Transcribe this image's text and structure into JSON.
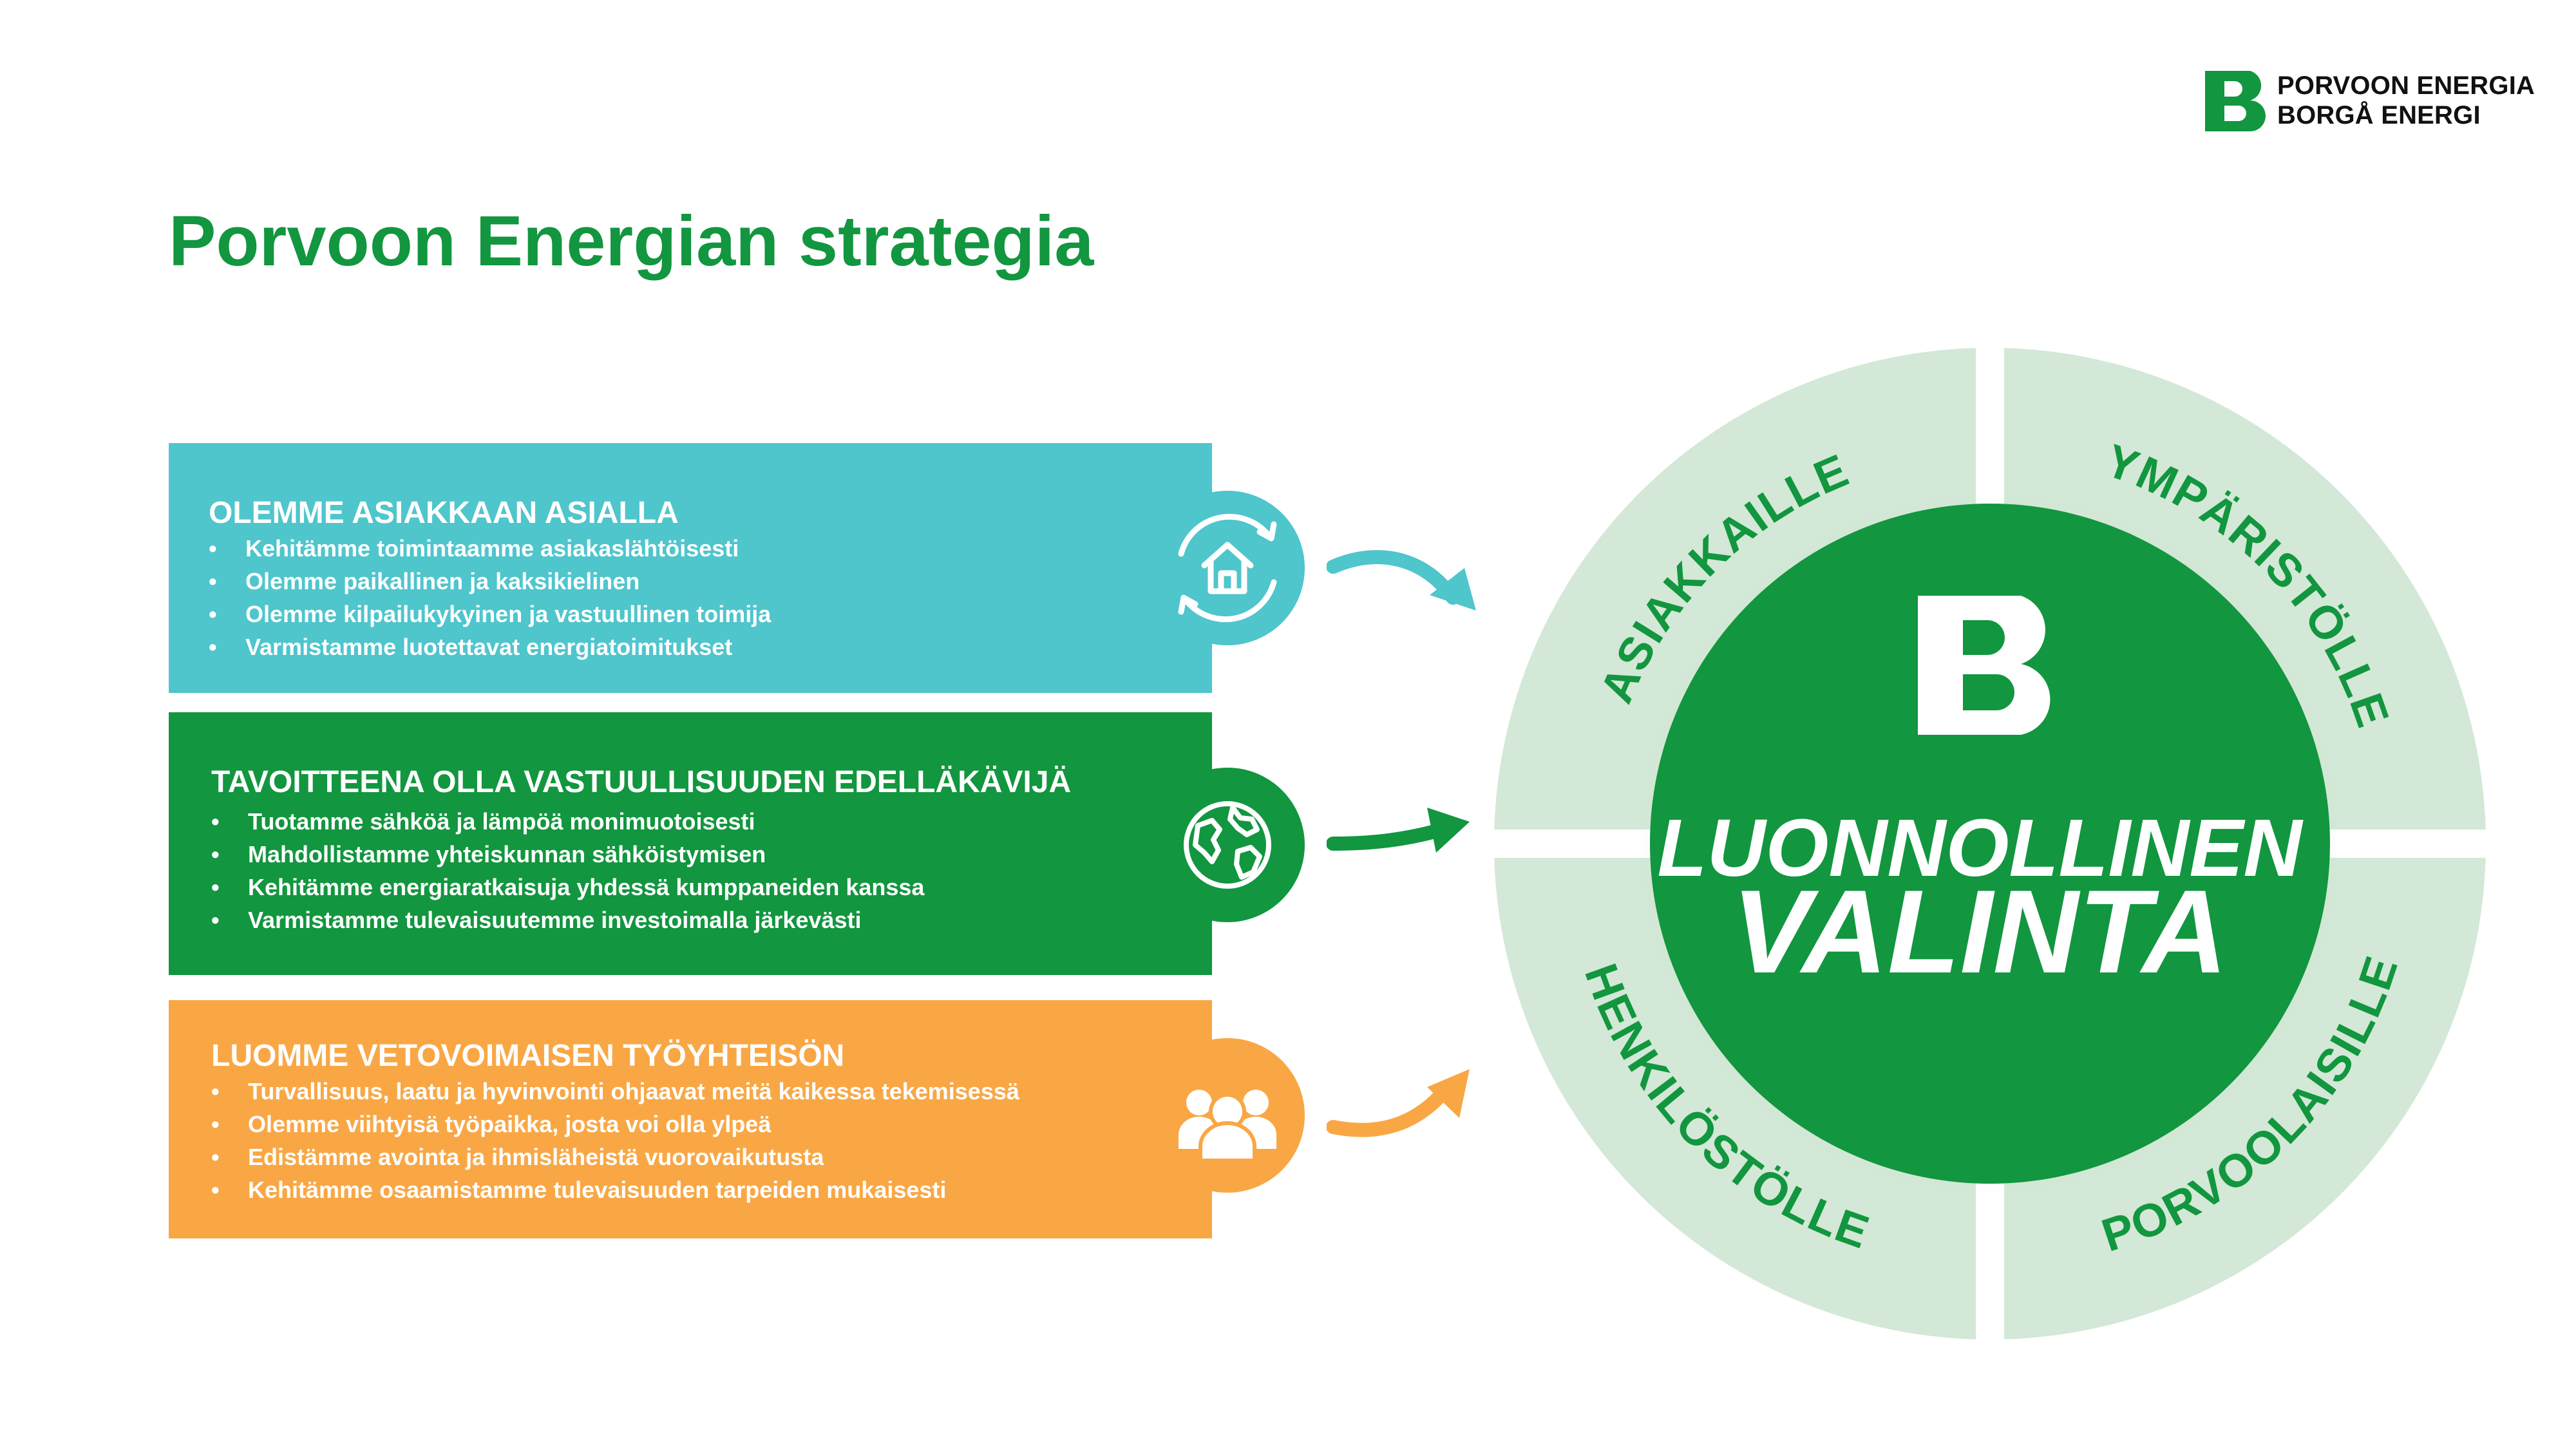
{
  "logo": {
    "line1": "PORVOON ENERGIA",
    "line2": "BORGÅ ENERGI"
  },
  "title": "Porvoon Energian strategia",
  "blocks": [
    {
      "title": "OLEMME ASIAKKAAN ASIALLA",
      "items": [
        "Kehitämme toimintaamme asiakaslähtöisesti",
        "Olemme paikallinen ja kaksikielinen",
        "Olemme kilpailukykyinen ja vastuullinen toimija",
        "Varmistamme luotettavat energiatoimitukset"
      ],
      "icon": "house-cycle-icon"
    },
    {
      "title": "TAVOITTEENA OLLA VASTUULLISUUDEN EDELLÄKÄVIJÄ",
      "items": [
        "Tuotamme sähköä ja lämpöä monimuotoisesti",
        "Mahdollistamme yhteiskunnan sähköistymisen",
        "Kehitämme energiaratkaisuja yhdessä kumppaneiden kanssa",
        "Varmistamme tulevaisuutemme investoimalla järkevästi"
      ],
      "icon": "globe-icon"
    },
    {
      "title": "LUOMME VETOVOIMAISEN TYÖYHTEISÖN",
      "items": [
        "Turvallisuus, laatu ja hyvinvointi ohjaavat meitä kaikessa tekemisessä",
        "Olemme viihtyisä työpaikka, josta voi olla ylpeä",
        "Edistämme avointa ja ihmisläheistä vuorovaikutusta",
        "Kehitämme osaamistamme tulevaisuuden tarpeiden mukaisesti"
      ],
      "icon": "people-icon"
    }
  ],
  "wheel": {
    "segments": [
      "ASIAKKAILLE",
      "YMPÄRISTÖLLE",
      "PORVOOLAISILLE",
      "HENKILÖSTÖLLE"
    ],
    "center_line1": "LUONNOLLINEN",
    "center_line2": "VALINTA"
  },
  "colors": {
    "teal": "#4fc5cc",
    "green": "#12963f",
    "orange": "#f9a745",
    "ring": "#d3e8d6",
    "center": "#12963f",
    "segment_text": "#12963f"
  }
}
